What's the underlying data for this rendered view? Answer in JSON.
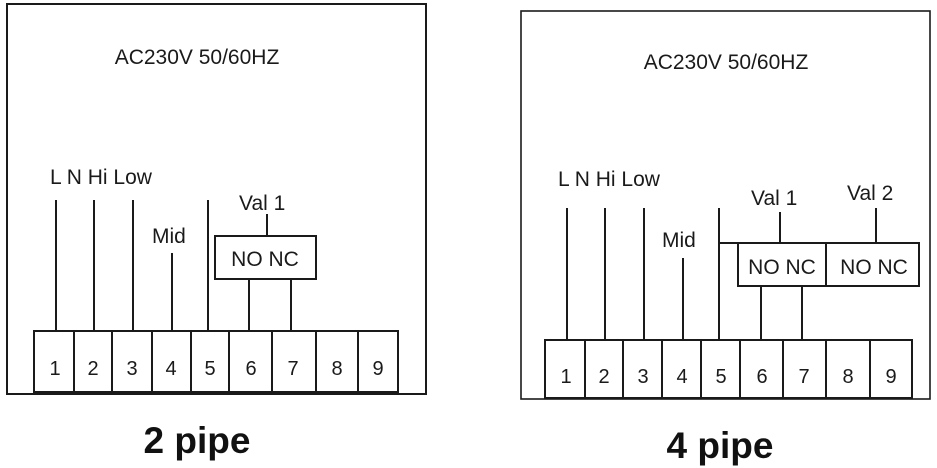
{
  "diagrams": [
    {
      "power_label": "AC230V 50/60HZ",
      "caption": "2 pipe",
      "top_labels": "L N Hi Low",
      "mid_label": "Mid",
      "valves": [
        {
          "name": "Val 1",
          "contacts": "NO NC"
        }
      ],
      "terminals": [
        "1",
        "2",
        "3",
        "4",
        "5",
        "6",
        "7",
        "8",
        "9"
      ]
    },
    {
      "power_label": "AC230V 50/60HZ",
      "caption": "4 pipe",
      "top_labels": "L N Hi Low",
      "mid_label": "Mid",
      "valves": [
        {
          "name": "Val 1",
          "contacts": "NO NC"
        },
        {
          "name": "Val 2",
          "contacts": "NO NC"
        }
      ],
      "terminals": [
        "1",
        "2",
        "3",
        "4",
        "5",
        "6",
        "7",
        "8",
        "9"
      ]
    }
  ]
}
